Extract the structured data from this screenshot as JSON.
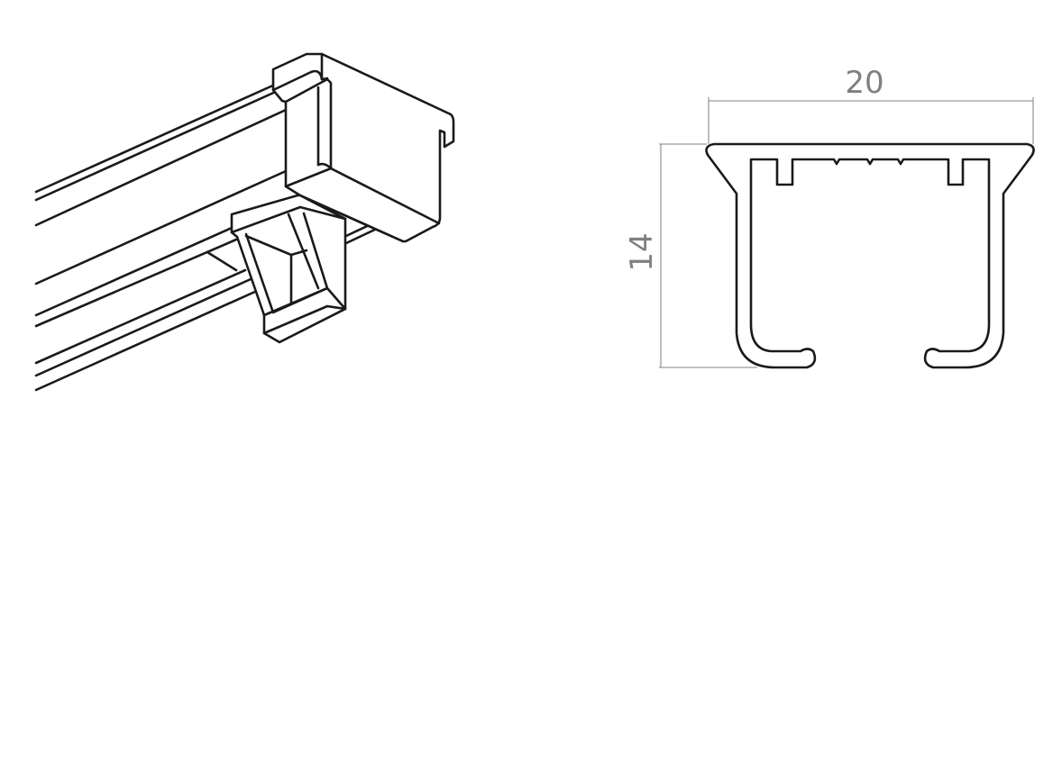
{
  "drawing": {
    "isometric_view": {
      "subject": "rail-with-end-cap-and-glider"
    },
    "profile_view": {
      "width_dimension": "20",
      "height_dimension": "14",
      "dimension_color": "#808080",
      "line_color": "#1a1a1a"
    }
  }
}
